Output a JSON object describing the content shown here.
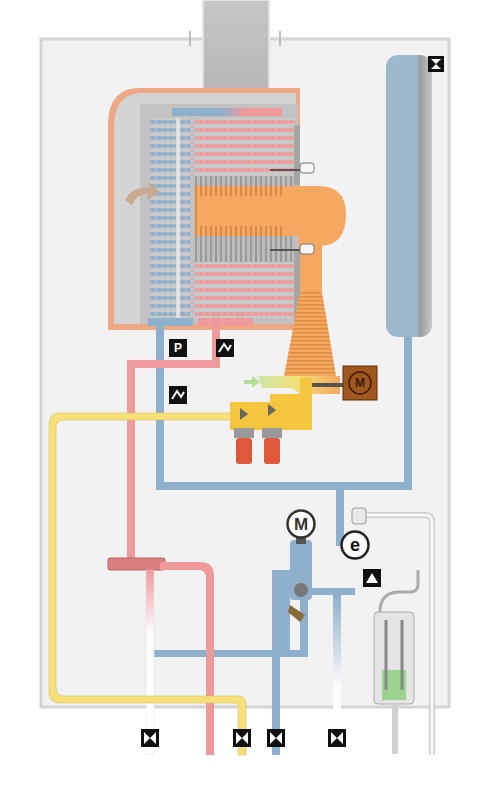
{
  "diagram": {
    "nodes": [
      {
        "text": [
          "P"
        ]
      },
      {
        "text": [
          "M"
        ]
      },
      {
        "text": [
          "M"
        ]
      },
      {
        "text": [
          "e"
        ]
      }
    ]
  }
}
